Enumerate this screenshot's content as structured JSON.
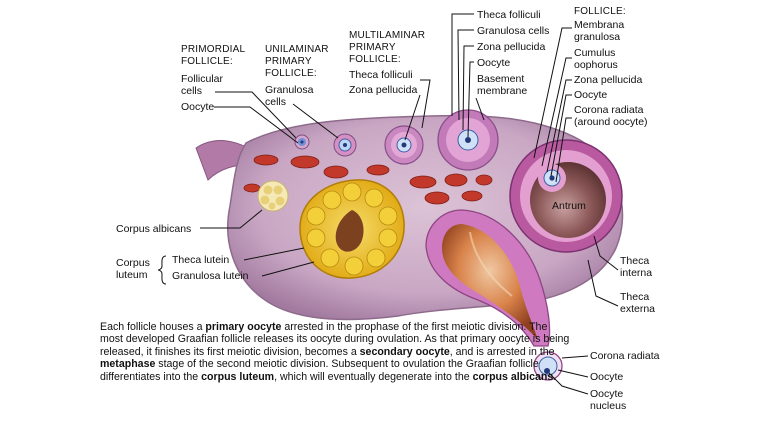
{
  "labels": {
    "primordial_title": [
      "PRIMORDIAL",
      "FOLLICLE:"
    ],
    "unilaminar_title": [
      "UNILAMINAR",
      "PRIMARY",
      "FOLLICLE:"
    ],
    "multilaminar_title": [
      "MULTILAMINAR",
      "PRIMARY",
      "FOLLICLE:"
    ],
    "graafian_title": "FOLLICLE:",
    "follicular_cells": [
      "Follicular",
      "cells"
    ],
    "oocyte": "Oocyte",
    "granulosa_cells_uni": [
      "Granulosa",
      "cells"
    ],
    "theca_folliculi_multi": "Theca folliculi",
    "zona_pellucida_multi": "Zona pellucida",
    "theca_folliculi_sec": "Theca folliculi",
    "granulosa_cells_sec": "Granulosa cells",
    "zona_pellucida_sec": "Zona pellucida",
    "oocyte_sec": "Oocyte",
    "basement_membrane": [
      "Basement",
      "membrane"
    ],
    "membrana_granulosa": [
      "Membrana",
      "granulosa"
    ],
    "cumulus_oophorus": [
      "Cumulus",
      "oophorus"
    ],
    "zona_pellucida_graaf": "Zona pellucida",
    "oocyte_graaf": "Oocyte",
    "corona_radiata_graaf": [
      "Corona radiata",
      "(around oocyte)"
    ],
    "antrum": "Antrum",
    "theca_interna": [
      "Theca",
      "interna"
    ],
    "theca_externa": [
      "Theca",
      "externa"
    ],
    "corpus_albicans": "Corpus albicans",
    "corpus_luteum": [
      "Corpus",
      "luteum"
    ],
    "theca_lutein": "Theca lutein",
    "granulosa_lutein": "Granulosa lutein",
    "corona_radiata_ov": "Corona radiata",
    "oocyte_ov": "Oocyte",
    "oocyte_nucleus": [
      "Oocyte",
      "nucleus"
    ]
  },
  "caption": {
    "p1": "Each follicle houses a ",
    "b1": "primary oocyte",
    "p2": " arrested in the prophase of the first meiotic division.  The most developed Graafian follicle releases its oocyte during ovulation.  As that primary oocyte is being released, it finishes its first meiotic division, becomes a ",
    "b2": "secondary oocyte",
    "p3": ", and is arrested in the ",
    "b3": "metaphase",
    "p4": " stage of the second meiotic division.  Subsequent to ovulation the Graafian follicle differentiates into the ",
    "b4": "corpus luteum",
    "p5": ", which will eventually degenerate into the ",
    "b5": "corpus albicans",
    "p6": "."
  },
  "colors": {
    "stroma": "#c9a7c4",
    "stroma_dark": "#a27aa0",
    "follicle_pink": "#d98fc8",
    "luteum_yellow": "#f2c21b",
    "antrum_fluid": "#7a4a4a",
    "ovulation_orange": "#d9834a",
    "vessel_red": "#c2382b"
  }
}
